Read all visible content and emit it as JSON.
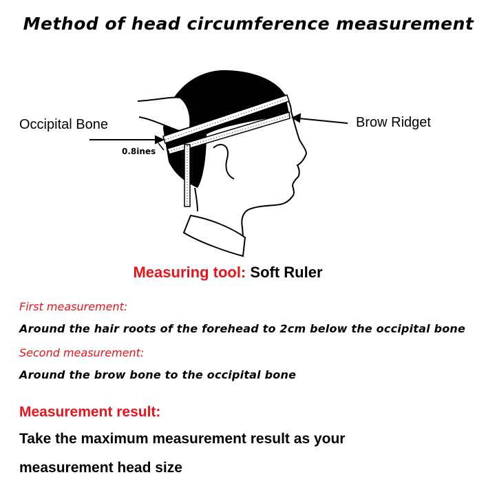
{
  "title": "Method of head circumference measurement",
  "diagram": {
    "left_label": "Occipital Bone",
    "right_label": "Brow Ridget",
    "offset_label": "0.8ines"
  },
  "tool": {
    "label": "Measuring tool:",
    "value": "Soft Ruler"
  },
  "first": {
    "heading": "First measurement:",
    "text": "Around the hair roots of the forehead to 2cm below the occipital bone"
  },
  "second": {
    "heading": "Second measurement:",
    "text": "Around the brow bone to the occipital bone"
  },
  "result": {
    "heading": "Measurement result:",
    "line1": "Take the maximum measurement result as your",
    "line2": "measurement head size"
  },
  "colors": {
    "accent": "#e8141c"
  }
}
